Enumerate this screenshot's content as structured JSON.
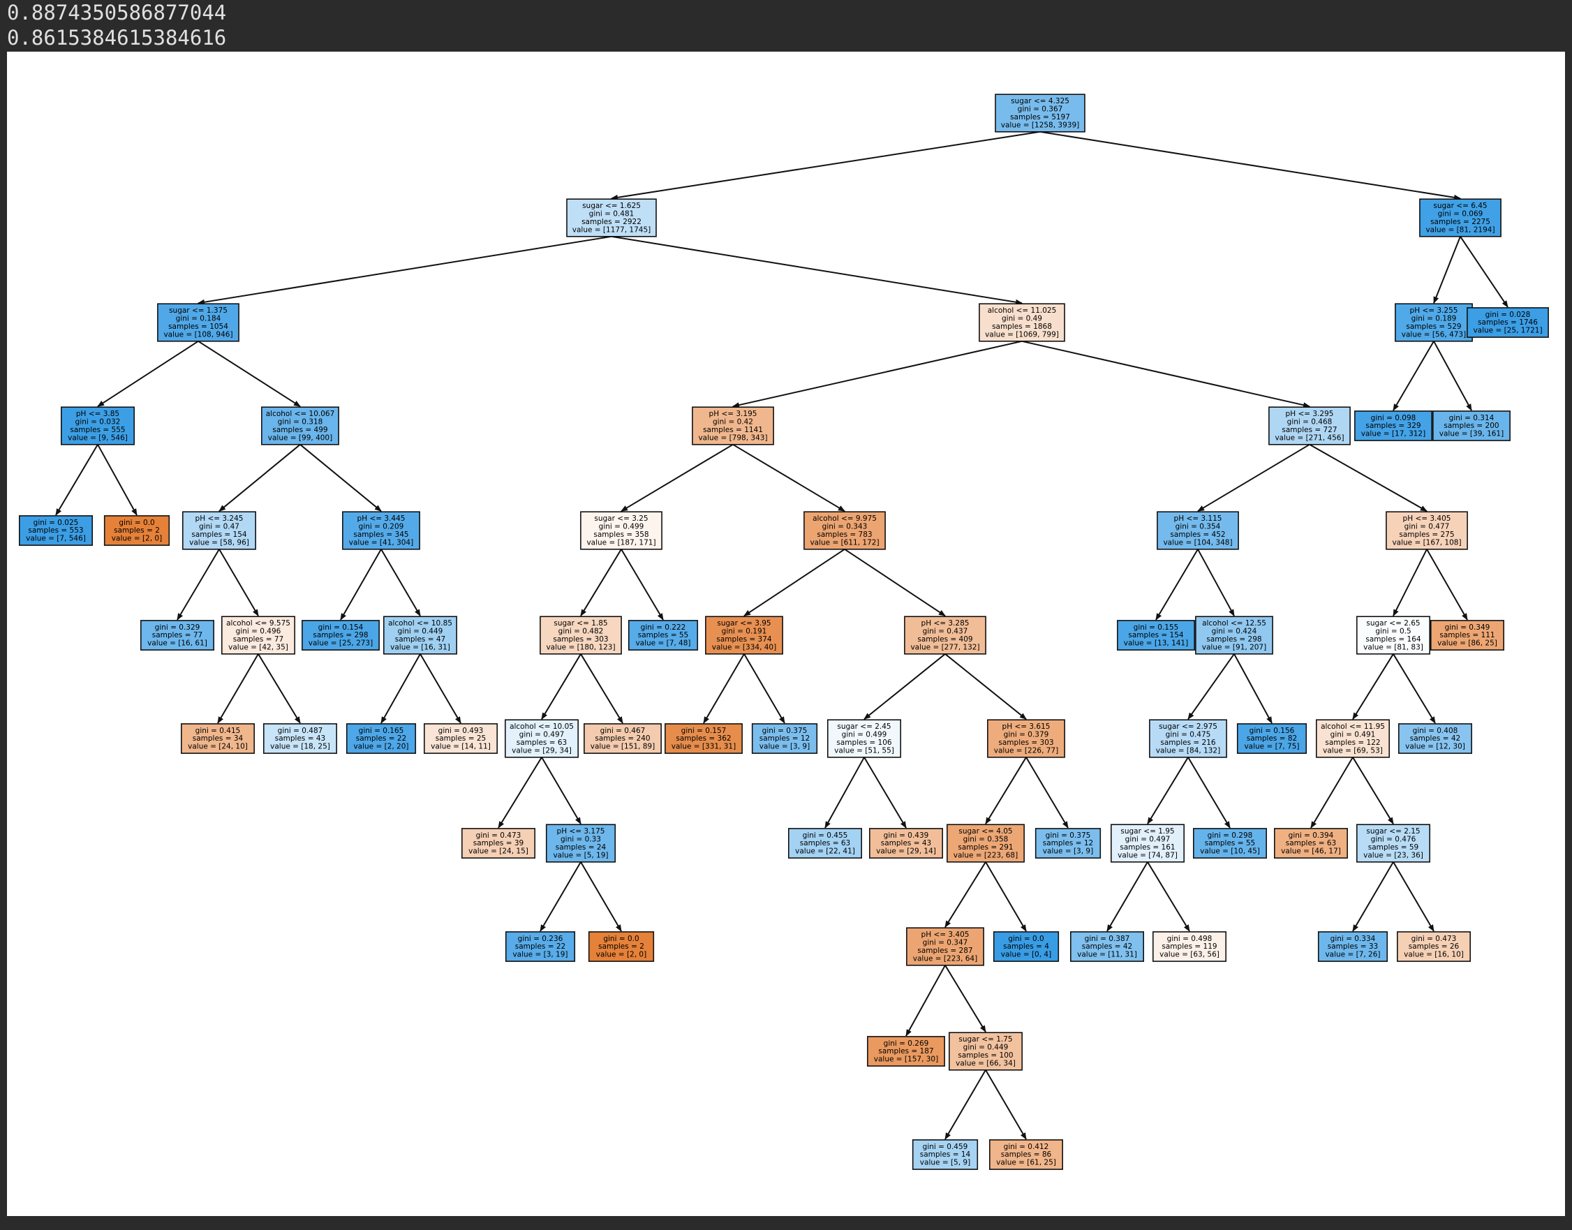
{
  "output": {
    "line1": "0.8874350586877044",
    "line2": "0.8615384615384616"
  },
  "colors": {
    "class0": "#e58139",
    "class1": "#399de5",
    "page_background": "#2b2b2b",
    "figure_background": "#ffffff"
  },
  "tree": {
    "nodes": [
      {
        "id": "n0",
        "depth": 0,
        "split": "sugar <= 4.325",
        "gini": "0.367",
        "samples": "5197",
        "value": [
          1258,
          3939
        ],
        "children": [
          "n1",
          "n2"
        ]
      },
      {
        "id": "n1",
        "depth": 1,
        "split": "sugar <= 1.625",
        "gini": "0.481",
        "samples": "2922",
        "value": [
          1177,
          1745
        ],
        "children": [
          "n3",
          "n4"
        ]
      },
      {
        "id": "n2",
        "depth": 1,
        "split": "sugar <= 6.45",
        "gini": "0.069",
        "samples": "2275",
        "value": [
          81,
          2194
        ],
        "children": [
          "n5",
          "n6"
        ]
      },
      {
        "id": "n3",
        "depth": 2,
        "split": "sugar <= 1.375",
        "gini": "0.184",
        "samples": "1054",
        "value": [
          108,
          946
        ],
        "children": [
          "n7",
          "n8"
        ]
      },
      {
        "id": "n4",
        "depth": 2,
        "split": "alcohol <= 11.025",
        "gini": "0.49",
        "samples": "1868",
        "value": [
          1069,
          799
        ],
        "children": [
          "n9",
          "n10"
        ]
      },
      {
        "id": "n5",
        "depth": 2,
        "split": "pH <= 3.255",
        "gini": "0.189",
        "samples": "529",
        "value": [
          56,
          473
        ],
        "children": [
          "n11",
          "n12"
        ]
      },
      {
        "id": "n6",
        "depth": 2,
        "split": "",
        "gini": "0.028",
        "samples": "1746",
        "value": [
          25,
          1721
        ],
        "children": []
      },
      {
        "id": "n7",
        "depth": 3,
        "split": "pH <= 3.85",
        "gini": "0.032",
        "samples": "555",
        "value": [
          9,
          546
        ],
        "children": [
          "n13",
          "n14"
        ]
      },
      {
        "id": "n8",
        "depth": 3,
        "split": "alcohol <= 10.067",
        "gini": "0.318",
        "samples": "499",
        "value": [
          99,
          400
        ],
        "children": [
          "n15",
          "n16"
        ]
      },
      {
        "id": "n9",
        "depth": 3,
        "split": "pH <= 3.195",
        "gini": "0.42",
        "samples": "1141",
        "value": [
          798,
          343
        ],
        "children": [
          "n17",
          "n18"
        ]
      },
      {
        "id": "n10",
        "depth": 3,
        "split": "pH <= 3.295",
        "gini": "0.468",
        "samples": "727",
        "value": [
          271,
          456
        ],
        "children": [
          "n19",
          "n20"
        ]
      },
      {
        "id": "n11",
        "depth": 3,
        "split": "",
        "gini": "0.098",
        "samples": "329",
        "value": [
          17,
          312
        ],
        "children": []
      },
      {
        "id": "n12",
        "depth": 3,
        "split": "",
        "gini": "0.314",
        "samples": "200",
        "value": [
          39,
          161
        ],
        "children": []
      },
      {
        "id": "n13",
        "depth": 4,
        "split": "",
        "gini": "0.025",
        "samples": "553",
        "value": [
          7,
          546
        ],
        "children": []
      },
      {
        "id": "n14",
        "depth": 4,
        "split": "",
        "gini": "0.0",
        "samples": "2",
        "value": [
          2,
          0
        ],
        "children": []
      },
      {
        "id": "n15",
        "depth": 4,
        "split": "pH <= 3.245",
        "gini": "0.47",
        "samples": "154",
        "value": [
          58,
          96
        ],
        "children": [
          "n21",
          "n22"
        ]
      },
      {
        "id": "n16",
        "depth": 4,
        "split": "pH <= 3.445",
        "gini": "0.209",
        "samples": "345",
        "value": [
          41,
          304
        ],
        "children": [
          "n23",
          "n24"
        ]
      },
      {
        "id": "n17",
        "depth": 4,
        "split": "sugar <= 3.25",
        "gini": "0.499",
        "samples": "358",
        "value": [
          187,
          171
        ],
        "children": [
          "n25",
          "n26"
        ]
      },
      {
        "id": "n18",
        "depth": 4,
        "split": "alcohol <= 9.975",
        "gini": "0.343",
        "samples": "783",
        "value": [
          611,
          172
        ],
        "children": [
          "n27",
          "n28"
        ]
      },
      {
        "id": "n19",
        "depth": 4,
        "split": "pH <= 3.115",
        "gini": "0.354",
        "samples": "452",
        "value": [
          104,
          348
        ],
        "children": [
          "n29",
          "n30"
        ]
      },
      {
        "id": "n20",
        "depth": 4,
        "split": "pH <= 3.405",
        "gini": "0.477",
        "samples": "275",
        "value": [
          167,
          108
        ],
        "children": [
          "n31",
          "n32"
        ]
      },
      {
        "id": "n21",
        "depth": 5,
        "split": "",
        "gini": "0.329",
        "samples": "77",
        "value": [
          16,
          61
        ],
        "children": []
      },
      {
        "id": "n22",
        "depth": 5,
        "split": "alcohol <= 9.575",
        "gini": "0.496",
        "samples": "77",
        "value": [
          42,
          35
        ],
        "children": [
          "n33",
          "n34"
        ]
      },
      {
        "id": "n23",
        "depth": 5,
        "split": "",
        "gini": "0.154",
        "samples": "298",
        "value": [
          25,
          273
        ],
        "children": []
      },
      {
        "id": "n24",
        "depth": 5,
        "split": "alcohol <= 10.85",
        "gini": "0.449",
        "samples": "47",
        "value": [
          16,
          31
        ],
        "children": [
          "n35",
          "n36"
        ]
      },
      {
        "id": "n25",
        "depth": 5,
        "split": "sugar <= 1.85",
        "gini": "0.482",
        "samples": "303",
        "value": [
          180,
          123
        ],
        "children": [
          "n37",
          "n38"
        ]
      },
      {
        "id": "n26",
        "depth": 5,
        "split": "",
        "gini": "0.222",
        "samples": "55",
        "value": [
          7,
          48
        ],
        "children": []
      },
      {
        "id": "n27",
        "depth": 5,
        "split": "sugar <= 3.95",
        "gini": "0.191",
        "samples": "374",
        "value": [
          334,
          40
        ],
        "children": [
          "n39",
          "n40"
        ]
      },
      {
        "id": "n28",
        "depth": 5,
        "split": "pH <= 3.285",
        "gini": "0.437",
        "samples": "409",
        "value": [
          277,
          132
        ],
        "children": [
          "n41",
          "n42"
        ]
      },
      {
        "id": "n29",
        "depth": 5,
        "split": "",
        "gini": "0.155",
        "samples": "154",
        "value": [
          13,
          141
        ],
        "children": []
      },
      {
        "id": "n30",
        "depth": 5,
        "split": "alcohol <= 12.55",
        "gini": "0.424",
        "samples": "298",
        "value": [
          91,
          207
        ],
        "children": [
          "n43",
          "n44"
        ]
      },
      {
        "id": "n31",
        "depth": 5,
        "split": "sugar <= 2.65",
        "gini": "0.5",
        "samples": "164",
        "value": [
          81,
          83
        ],
        "children": [
          "n45",
          "n46"
        ]
      },
      {
        "id": "n32",
        "depth": 5,
        "split": "",
        "gini": "0.349",
        "samples": "111",
        "value": [
          86,
          25
        ],
        "children": []
      },
      {
        "id": "n33",
        "depth": 6,
        "split": "",
        "gini": "0.415",
        "samples": "34",
        "value": [
          24,
          10
        ],
        "children": []
      },
      {
        "id": "n34",
        "depth": 6,
        "split": "",
        "gini": "0.487",
        "samples": "43",
        "value": [
          18,
          25
        ],
        "children": []
      },
      {
        "id": "n35",
        "depth": 6,
        "split": "",
        "gini": "0.165",
        "samples": "22",
        "value": [
          2,
          20
        ],
        "children": []
      },
      {
        "id": "n36",
        "depth": 6,
        "split": "",
        "gini": "0.493",
        "samples": "25",
        "value": [
          14,
          11
        ],
        "children": []
      },
      {
        "id": "n37",
        "depth": 6,
        "split": "alcohol <= 10.05",
        "gini": "0.497",
        "samples": "63",
        "value": [
          29,
          34
        ],
        "children": [
          "n47",
          "n48"
        ]
      },
      {
        "id": "n38",
        "depth": 6,
        "split": "",
        "gini": "0.467",
        "samples": "240",
        "value": [
          151,
          89
        ],
        "children": []
      },
      {
        "id": "n39",
        "depth": 6,
        "split": "",
        "gini": "0.157",
        "samples": "362",
        "value": [
          331,
          31
        ],
        "children": []
      },
      {
        "id": "n40",
        "depth": 6,
        "split": "",
        "gini": "0.375",
        "samples": "12",
        "value": [
          3,
          9
        ],
        "children": []
      },
      {
        "id": "n41",
        "depth": 6,
        "split": "sugar <= 2.45",
        "gini": "0.499",
        "samples": "106",
        "value": [
          51,
          55
        ],
        "children": [
          "n49",
          "n50"
        ]
      },
      {
        "id": "n42",
        "depth": 6,
        "split": "pH <= 3.615",
        "gini": "0.379",
        "samples": "303",
        "value": [
          226,
          77
        ],
        "children": [
          "n51",
          "n52"
        ]
      },
      {
        "id": "n43",
        "depth": 6,
        "split": "sugar <= 2.975",
        "gini": "0.475",
        "samples": "216",
        "value": [
          84,
          132
        ],
        "children": [
          "n53",
          "n54"
        ]
      },
      {
        "id": "n44",
        "depth": 6,
        "split": "",
        "gini": "0.156",
        "samples": "82",
        "value": [
          7,
          75
        ],
        "children": []
      },
      {
        "id": "n45",
        "depth": 6,
        "split": "alcohol <= 11.95",
        "gini": "0.491",
        "samples": "122",
        "value": [
          69,
          53
        ],
        "children": [
          "n55",
          "n56"
        ]
      },
      {
        "id": "n46",
        "depth": 6,
        "split": "",
        "gini": "0.408",
        "samples": "42",
        "value": [
          12,
          30
        ],
        "children": []
      },
      {
        "id": "n47",
        "depth": 7,
        "split": "",
        "gini": "0.473",
        "samples": "39",
        "value": [
          24,
          15
        ],
        "children": []
      },
      {
        "id": "n48",
        "depth": 7,
        "split": "pH <= 3.175",
        "gini": "0.33",
        "samples": "24",
        "value": [
          5,
          19
        ],
        "children": [
          "n57",
          "n58"
        ]
      },
      {
        "id": "n49",
        "depth": 7,
        "split": "",
        "gini": "0.455",
        "samples": "63",
        "value": [
          22,
          41
        ],
        "children": []
      },
      {
        "id": "n50",
        "depth": 7,
        "split": "",
        "gini": "0.439",
        "samples": "43",
        "value": [
          29,
          14
        ],
        "children": []
      },
      {
        "id": "n51",
        "depth": 7,
        "split": "sugar <= 4.05",
        "gini": "0.358",
        "samples": "291",
        "value": [
          223,
          68
        ],
        "children": [
          "n59",
          "n60"
        ]
      },
      {
        "id": "n52",
        "depth": 7,
        "split": "",
        "gini": "0.375",
        "samples": "12",
        "value": [
          3,
          9
        ],
        "children": []
      },
      {
        "id": "n53",
        "depth": 7,
        "split": "sugar <= 1.95",
        "gini": "0.497",
        "samples": "161",
        "value": [
          74,
          87
        ],
        "children": [
          "n61",
          "n62"
        ]
      },
      {
        "id": "n54",
        "depth": 7,
        "split": "",
        "gini": "0.298",
        "samples": "55",
        "value": [
          10,
          45
        ],
        "children": []
      },
      {
        "id": "n55",
        "depth": 7,
        "split": "",
        "gini": "0.394",
        "samples": "63",
        "value": [
          46,
          17
        ],
        "children": []
      },
      {
        "id": "n56",
        "depth": 7,
        "split": "sugar <= 2.15",
        "gini": "0.476",
        "samples": "59",
        "value": [
          23,
          36
        ],
        "children": [
          "n63",
          "n64"
        ]
      },
      {
        "id": "n57",
        "depth": 8,
        "split": "",
        "gini": "0.236",
        "samples": "22",
        "value": [
          3,
          19
        ],
        "children": []
      },
      {
        "id": "n58",
        "depth": 8,
        "split": "",
        "gini": "0.0",
        "samples": "2",
        "value": [
          2,
          0
        ],
        "children": []
      },
      {
        "id": "n59",
        "depth": 8,
        "split": "pH <= 3.405",
        "gini": "0.347",
        "samples": "287",
        "value": [
          223,
          64
        ],
        "children": [
          "n65",
          "n66"
        ]
      },
      {
        "id": "n60",
        "depth": 8,
        "split": "",
        "gini": "0.0",
        "samples": "4",
        "value": [
          0,
          4
        ],
        "children": []
      },
      {
        "id": "n61",
        "depth": 8,
        "split": "",
        "gini": "0.387",
        "samples": "42",
        "value": [
          11,
          31
        ],
        "children": []
      },
      {
        "id": "n62",
        "depth": 8,
        "split": "",
        "gini": "0.498",
        "samples": "119",
        "value": [
          63,
          56
        ],
        "children": []
      },
      {
        "id": "n63",
        "depth": 8,
        "split": "",
        "gini": "0.334",
        "samples": "33",
        "value": [
          7,
          26
        ],
        "children": []
      },
      {
        "id": "n64",
        "depth": 8,
        "split": "",
        "gini": "0.473",
        "samples": "26",
        "value": [
          16,
          10
        ],
        "children": []
      },
      {
        "id": "n65",
        "depth": 9,
        "split": "",
        "gini": "0.269",
        "samples": "187",
        "value": [
          157,
          30
        ],
        "children": []
      },
      {
        "id": "n66",
        "depth": 9,
        "split": "sugar <= 1.75",
        "gini": "0.449",
        "samples": "100",
        "value": [
          66,
          34
        ],
        "children": [
          "n67",
          "n68"
        ]
      },
      {
        "id": "n67",
        "depth": 10,
        "split": "",
        "gini": "0.459",
        "samples": "14",
        "value": [
          5,
          9
        ],
        "children": []
      },
      {
        "id": "n68",
        "depth": 10,
        "split": "",
        "gini": "0.412",
        "samples": "86",
        "value": [
          61,
          25
        ],
        "children": []
      }
    ]
  }
}
